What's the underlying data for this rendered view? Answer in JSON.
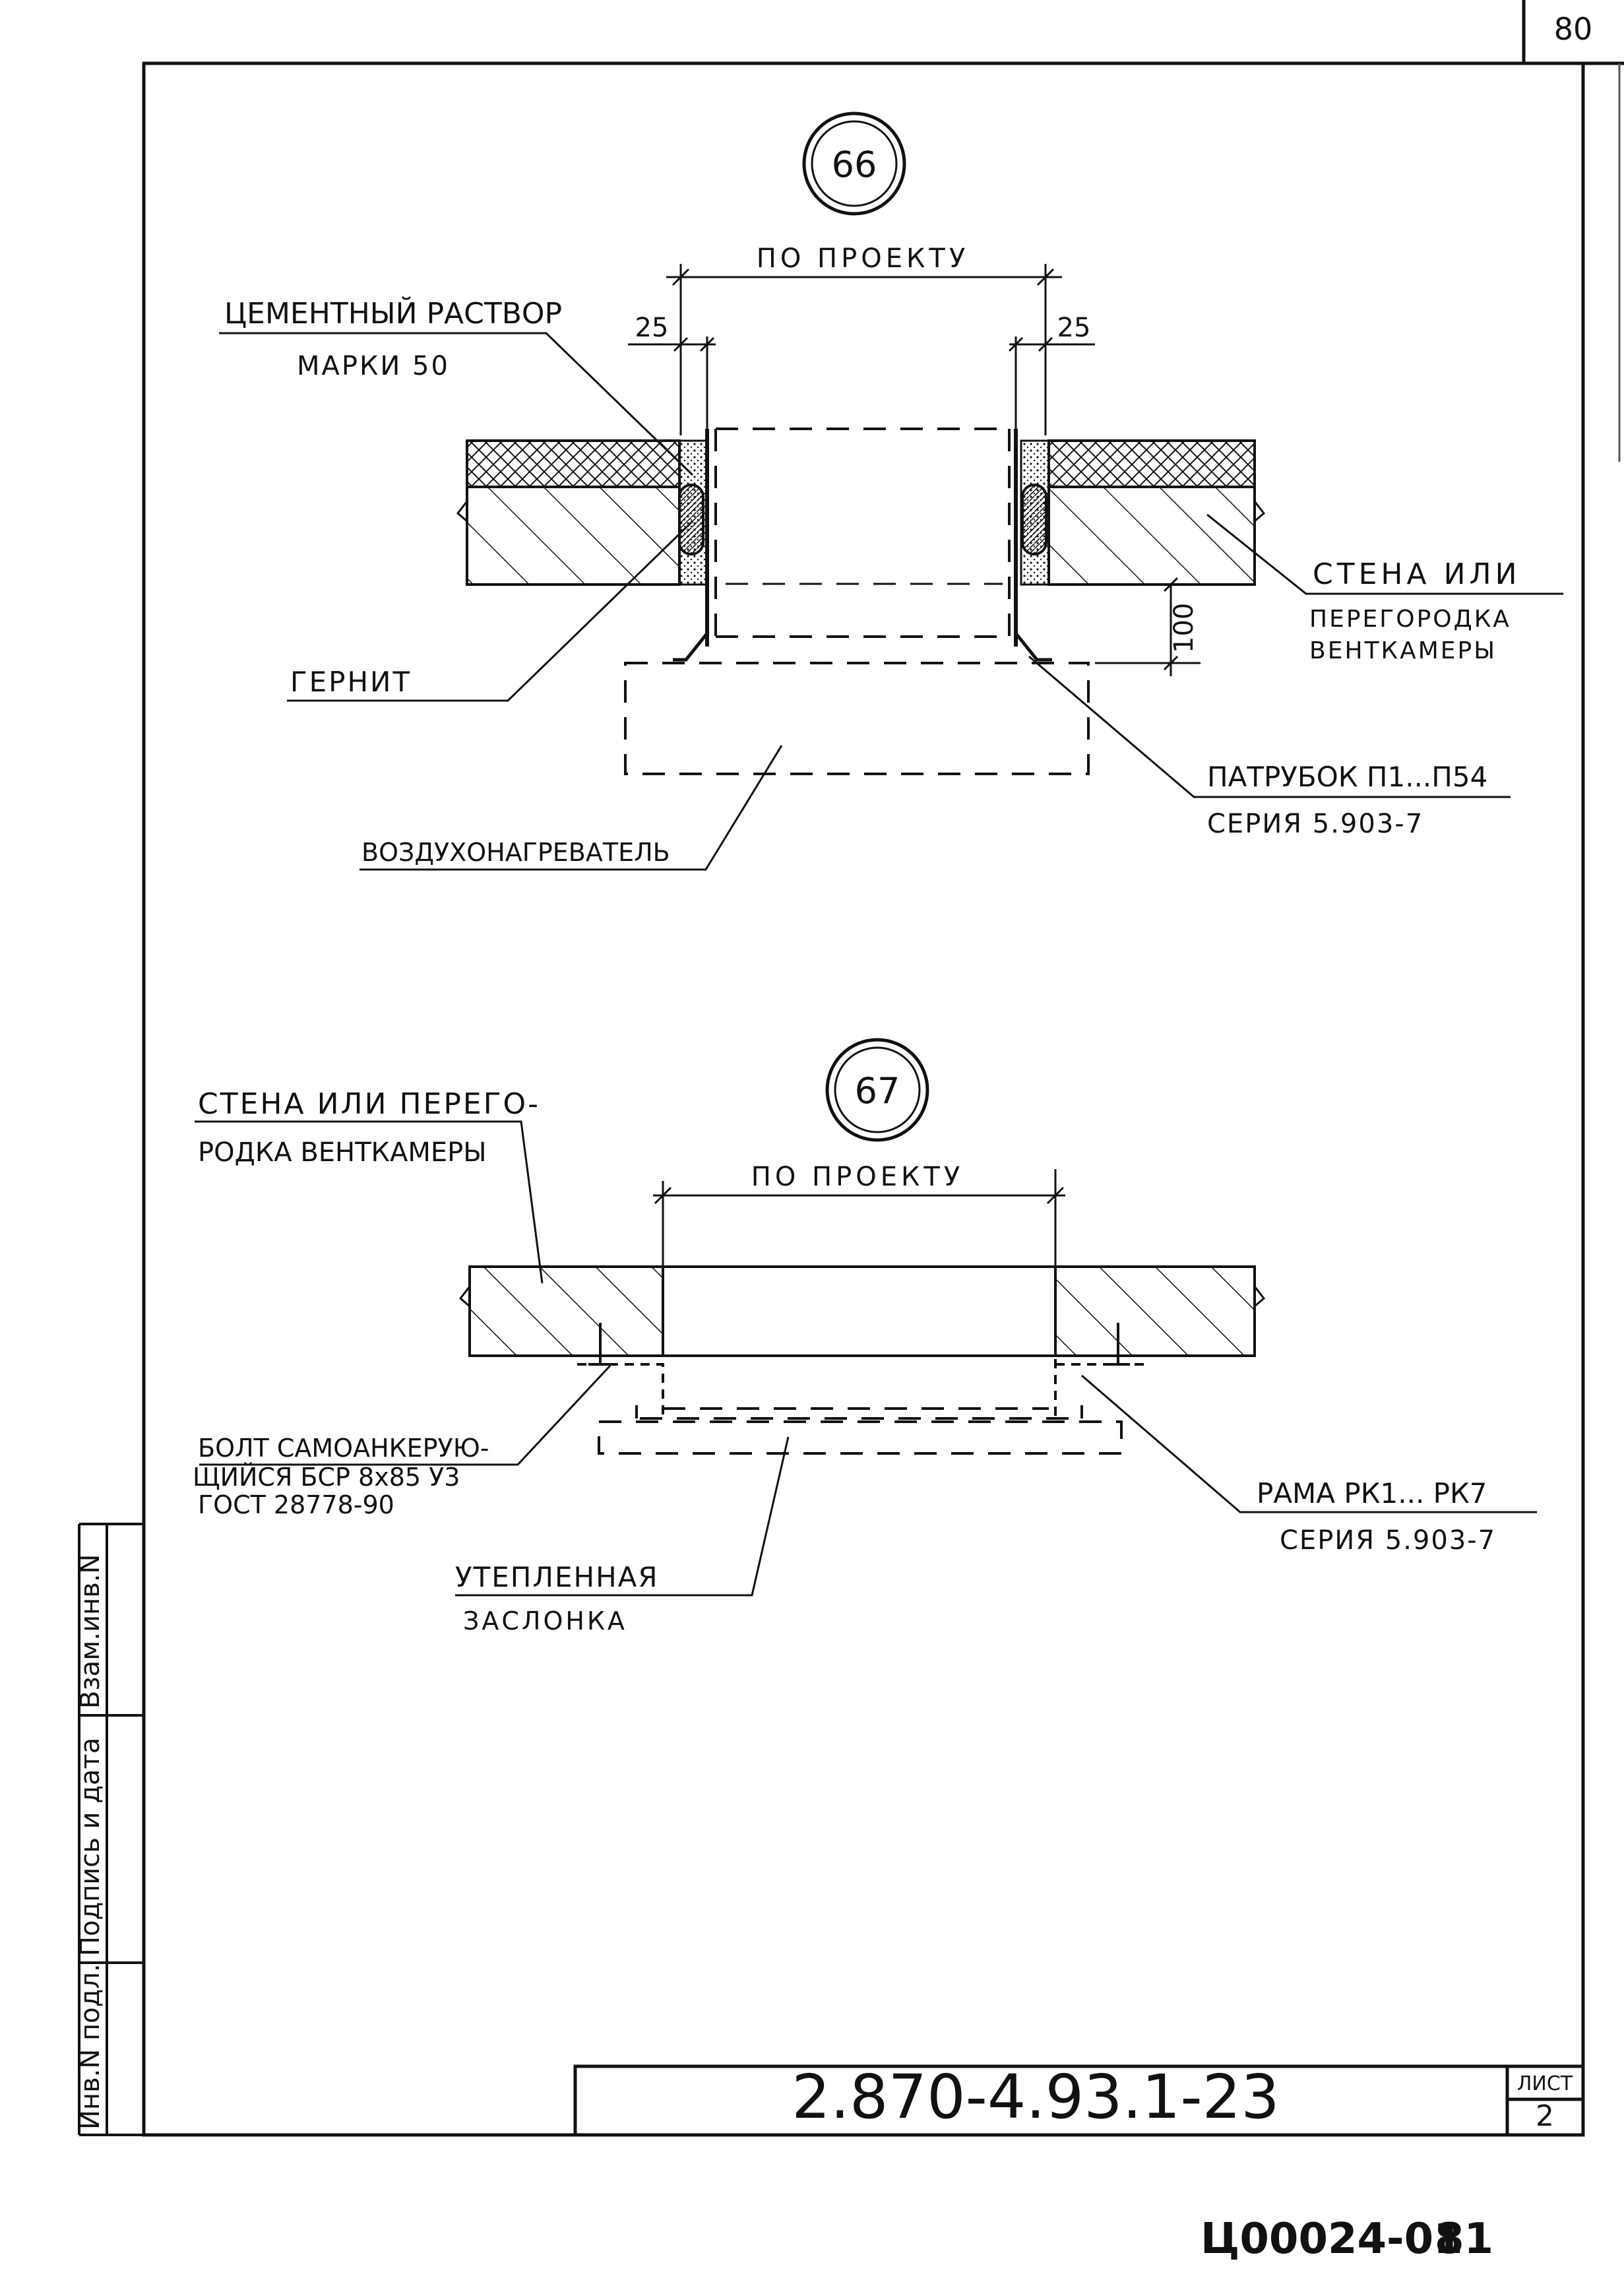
{
  "sheet": {
    "corner_page_number": "80",
    "document_code": "2.870-4.93.1-23",
    "sheet_label": "ЛИСТ",
    "sheet_number": "2",
    "archive_code": "Ц00024-01",
    "archive_page": "81"
  },
  "side_stamp": {
    "inv_no_orig": "Инв.N подл.",
    "signature_date": "Подпись и дата",
    "replace_inv": "Взам.инв.N"
  },
  "detail_66": {
    "marker": "66",
    "dim_main": "ПО ПРОЕКТУ",
    "dim_left": "25",
    "dim_right": "25",
    "dim_vertical": "100",
    "label_mortar_line1": "ЦЕМЕНТНЫЙ РАСТВОР",
    "label_mortar_line2": "МАРКИ 50",
    "label_wall_line1": "СТЕНА ИЛИ",
    "label_wall_line2": "ПЕРЕГОРОДКА",
    "label_wall_line3": "ВЕНТКАМЕРЫ",
    "label_gernit": "ГЕРНИТ",
    "label_pipe_line1": "ПАТРУБОК П1...П54",
    "label_pipe_line2": "СЕРИЯ 5.903-7",
    "label_heater": "ВОЗДУХОНАГРЕВАТЕЛЬ"
  },
  "detail_67": {
    "marker": "67",
    "dim_main": "ПО ПРОЕКТУ",
    "label_wall_line1": "СТЕНА ИЛИ ПЕРЕГО-",
    "label_wall_line2": "РОДКА ВЕНТКАМЕРЫ",
    "label_bolt_line1": "БОЛТ САМОАНКЕРУЮ-",
    "label_bolt_line2": "ЩИЙСЯ БСР 8х85 У3",
    "label_bolt_line3": "ГОСТ 28778-90",
    "label_frame_line1": "РАМА РК1... РК7",
    "label_frame_line2": "СЕРИЯ 5.903-7",
    "label_damper_line1": "УТЕПЛЕННАЯ",
    "label_damper_line2": "ЗАСЛОНКА"
  }
}
